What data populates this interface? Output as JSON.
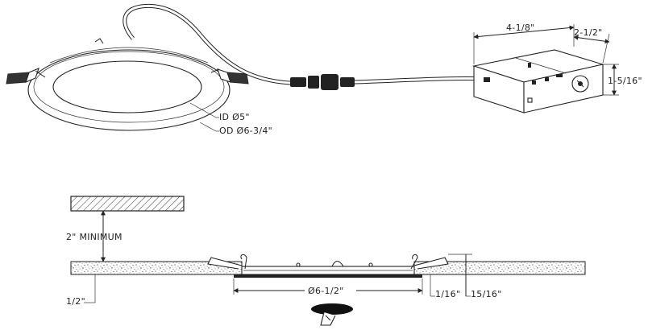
{
  "labels": {
    "inner_diameter": "ID  Ø5\"",
    "outer_diameter": "OD  Ø6-3/4\"",
    "box_length": "4-1/8\"",
    "box_width": "2-1/2\"",
    "box_height": "1-5/16\"",
    "clearance": "2\" MINIMUM",
    "ceiling_thickness": "1/2\"",
    "cutout_diameter": "Ø6-1/2\"",
    "flange_thickness": "1/16\"",
    "fixture_depth": "15/16\""
  },
  "colors": {
    "line": "#222222",
    "background": "#ffffff"
  }
}
